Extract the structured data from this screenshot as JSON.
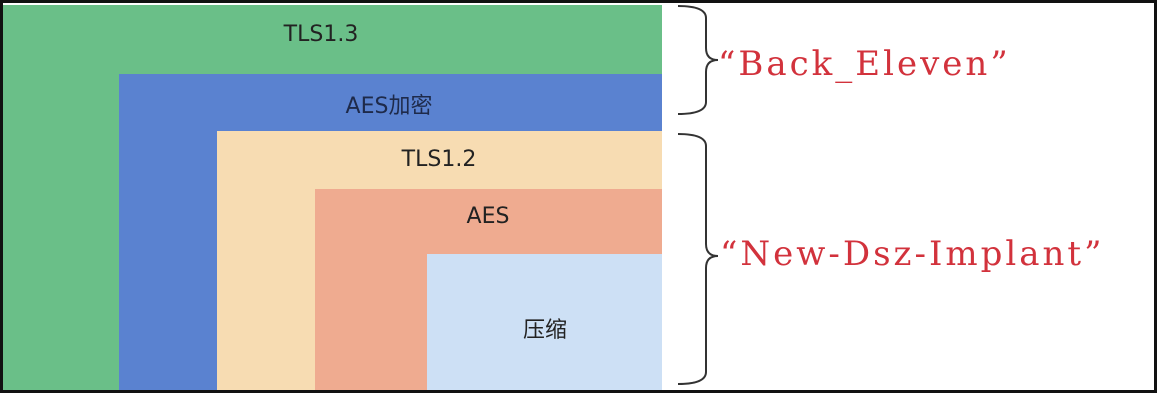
{
  "diagram": {
    "layers": [
      {
        "label": "TLS1.3",
        "color": "#6abf88"
      },
      {
        "label": "AES加密",
        "color": "#5a82d0"
      },
      {
        "label": "TLS1.2",
        "color": "#f7dcb2"
      },
      {
        "label": "AES",
        "color": "#efab90"
      },
      {
        "label": "压缩",
        "color": "#cde0f5"
      }
    ],
    "groups": [
      {
        "label": "“Back_Eleven”",
        "color": "#d2323c"
      },
      {
        "label": "“New-Dsz-Implant”",
        "color": "#d2323c"
      }
    ]
  }
}
